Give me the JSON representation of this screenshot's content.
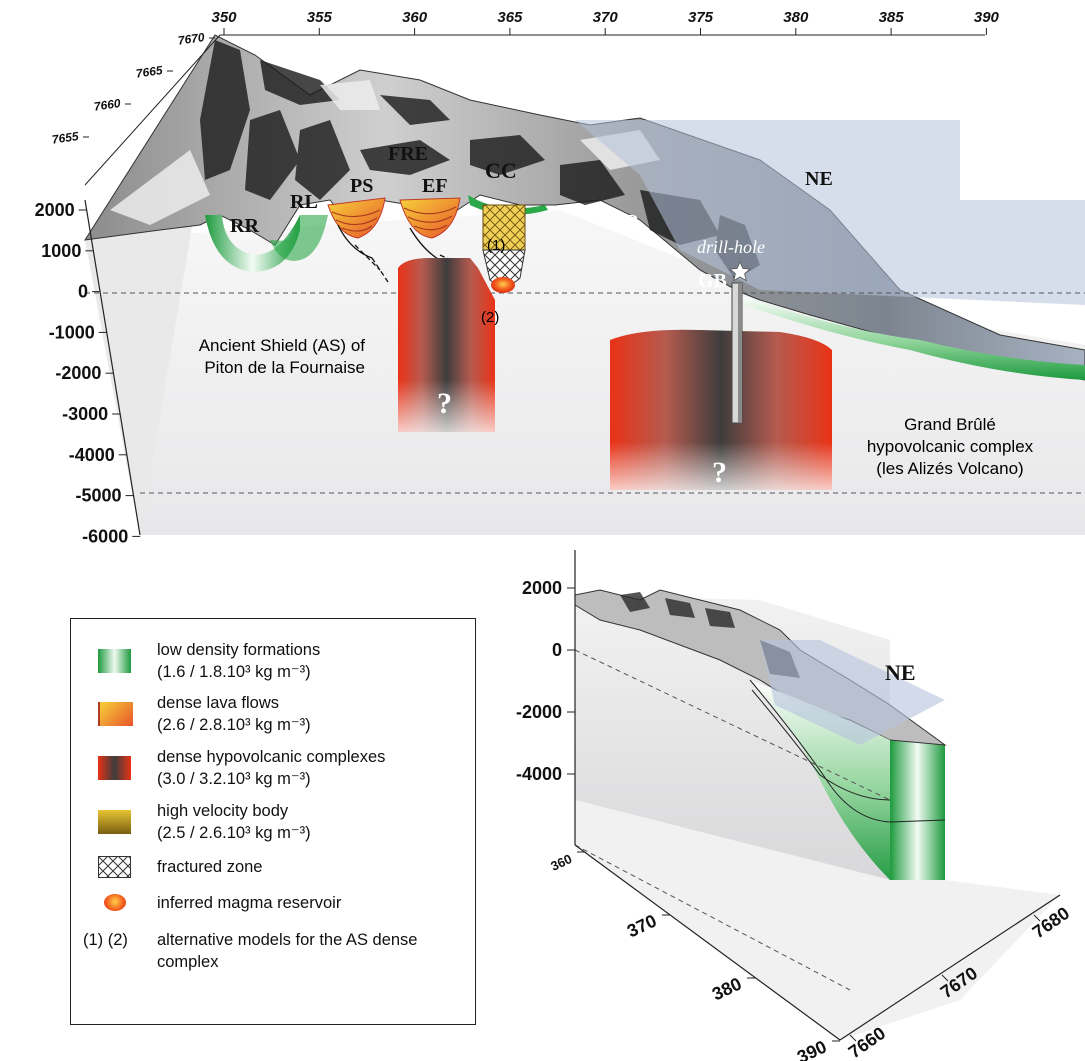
{
  "top_block": {
    "x_ticks": [
      "350",
      "355",
      "360",
      "365",
      "370",
      "375",
      "380",
      "385",
      "390"
    ],
    "y_ticks": [
      "7670",
      "7665",
      "7660",
      "7655"
    ],
    "z_ticks": [
      "2000",
      "1000",
      "0",
      "-1000",
      "-2000",
      "-3000",
      "-4000",
      "-5000",
      "-6000"
    ],
    "features": {
      "RR": "RR",
      "RL": "RL",
      "PS": "PS",
      "FRE": "FRE",
      "EF": "EF",
      "CC": "CC",
      "GP": "GP",
      "NE": "NE",
      "GB": "GB",
      "drill_hole": "drill-hole",
      "model1": "(1)",
      "model2": "(2)",
      "q1": "?",
      "q2": "?"
    },
    "ancient_shield": [
      "Ancient Shield (AS) of",
      "Piton de la Fournaise"
    ],
    "grand_brule": [
      "Grand Brûlé",
      "hypovolcanic complex",
      "(les Alizés Volcano)"
    ]
  },
  "bottom_block": {
    "z_ticks": [
      "2000",
      "0",
      "-2000",
      "-4000"
    ],
    "x_ticks": [
      "360",
      "370",
      "380",
      "390"
    ],
    "y_ticks": [
      "7660",
      "7670",
      "7680"
    ],
    "label_NE": "NE"
  },
  "legend": {
    "items": [
      {
        "line1": "low density formations",
        "line2": "(1.6 / 1.8.10³ kg m⁻³)"
      },
      {
        "line1": "dense lava flows",
        "line2": "(2.6 / 2.8.10³ kg m⁻³)"
      },
      {
        "line1": "dense hypovolcanic complexes",
        "line2": "(3.0 / 3.2.10³ kg m⁻³)"
      },
      {
        "line1": "high velocity body",
        "line2": "(2.5 / 2.6.10³ kg m⁻³)"
      },
      {
        "line1": "fractured zone",
        "line2": ""
      },
      {
        "line1": "inferred magma reservoir",
        "line2": ""
      },
      {
        "line1": "alternative models for the AS dense",
        "line2": "complex"
      }
    ],
    "alt_nums": "(1)  (2)"
  },
  "colors": {
    "green": "#2aa84a",
    "lava_orange": "#e8742a",
    "hypovolcanic_red": "#e0301c",
    "high_velocity_yellow": "#e7c534",
    "magma": "#f04a1c",
    "sea_plane": "#b5c3dd"
  }
}
